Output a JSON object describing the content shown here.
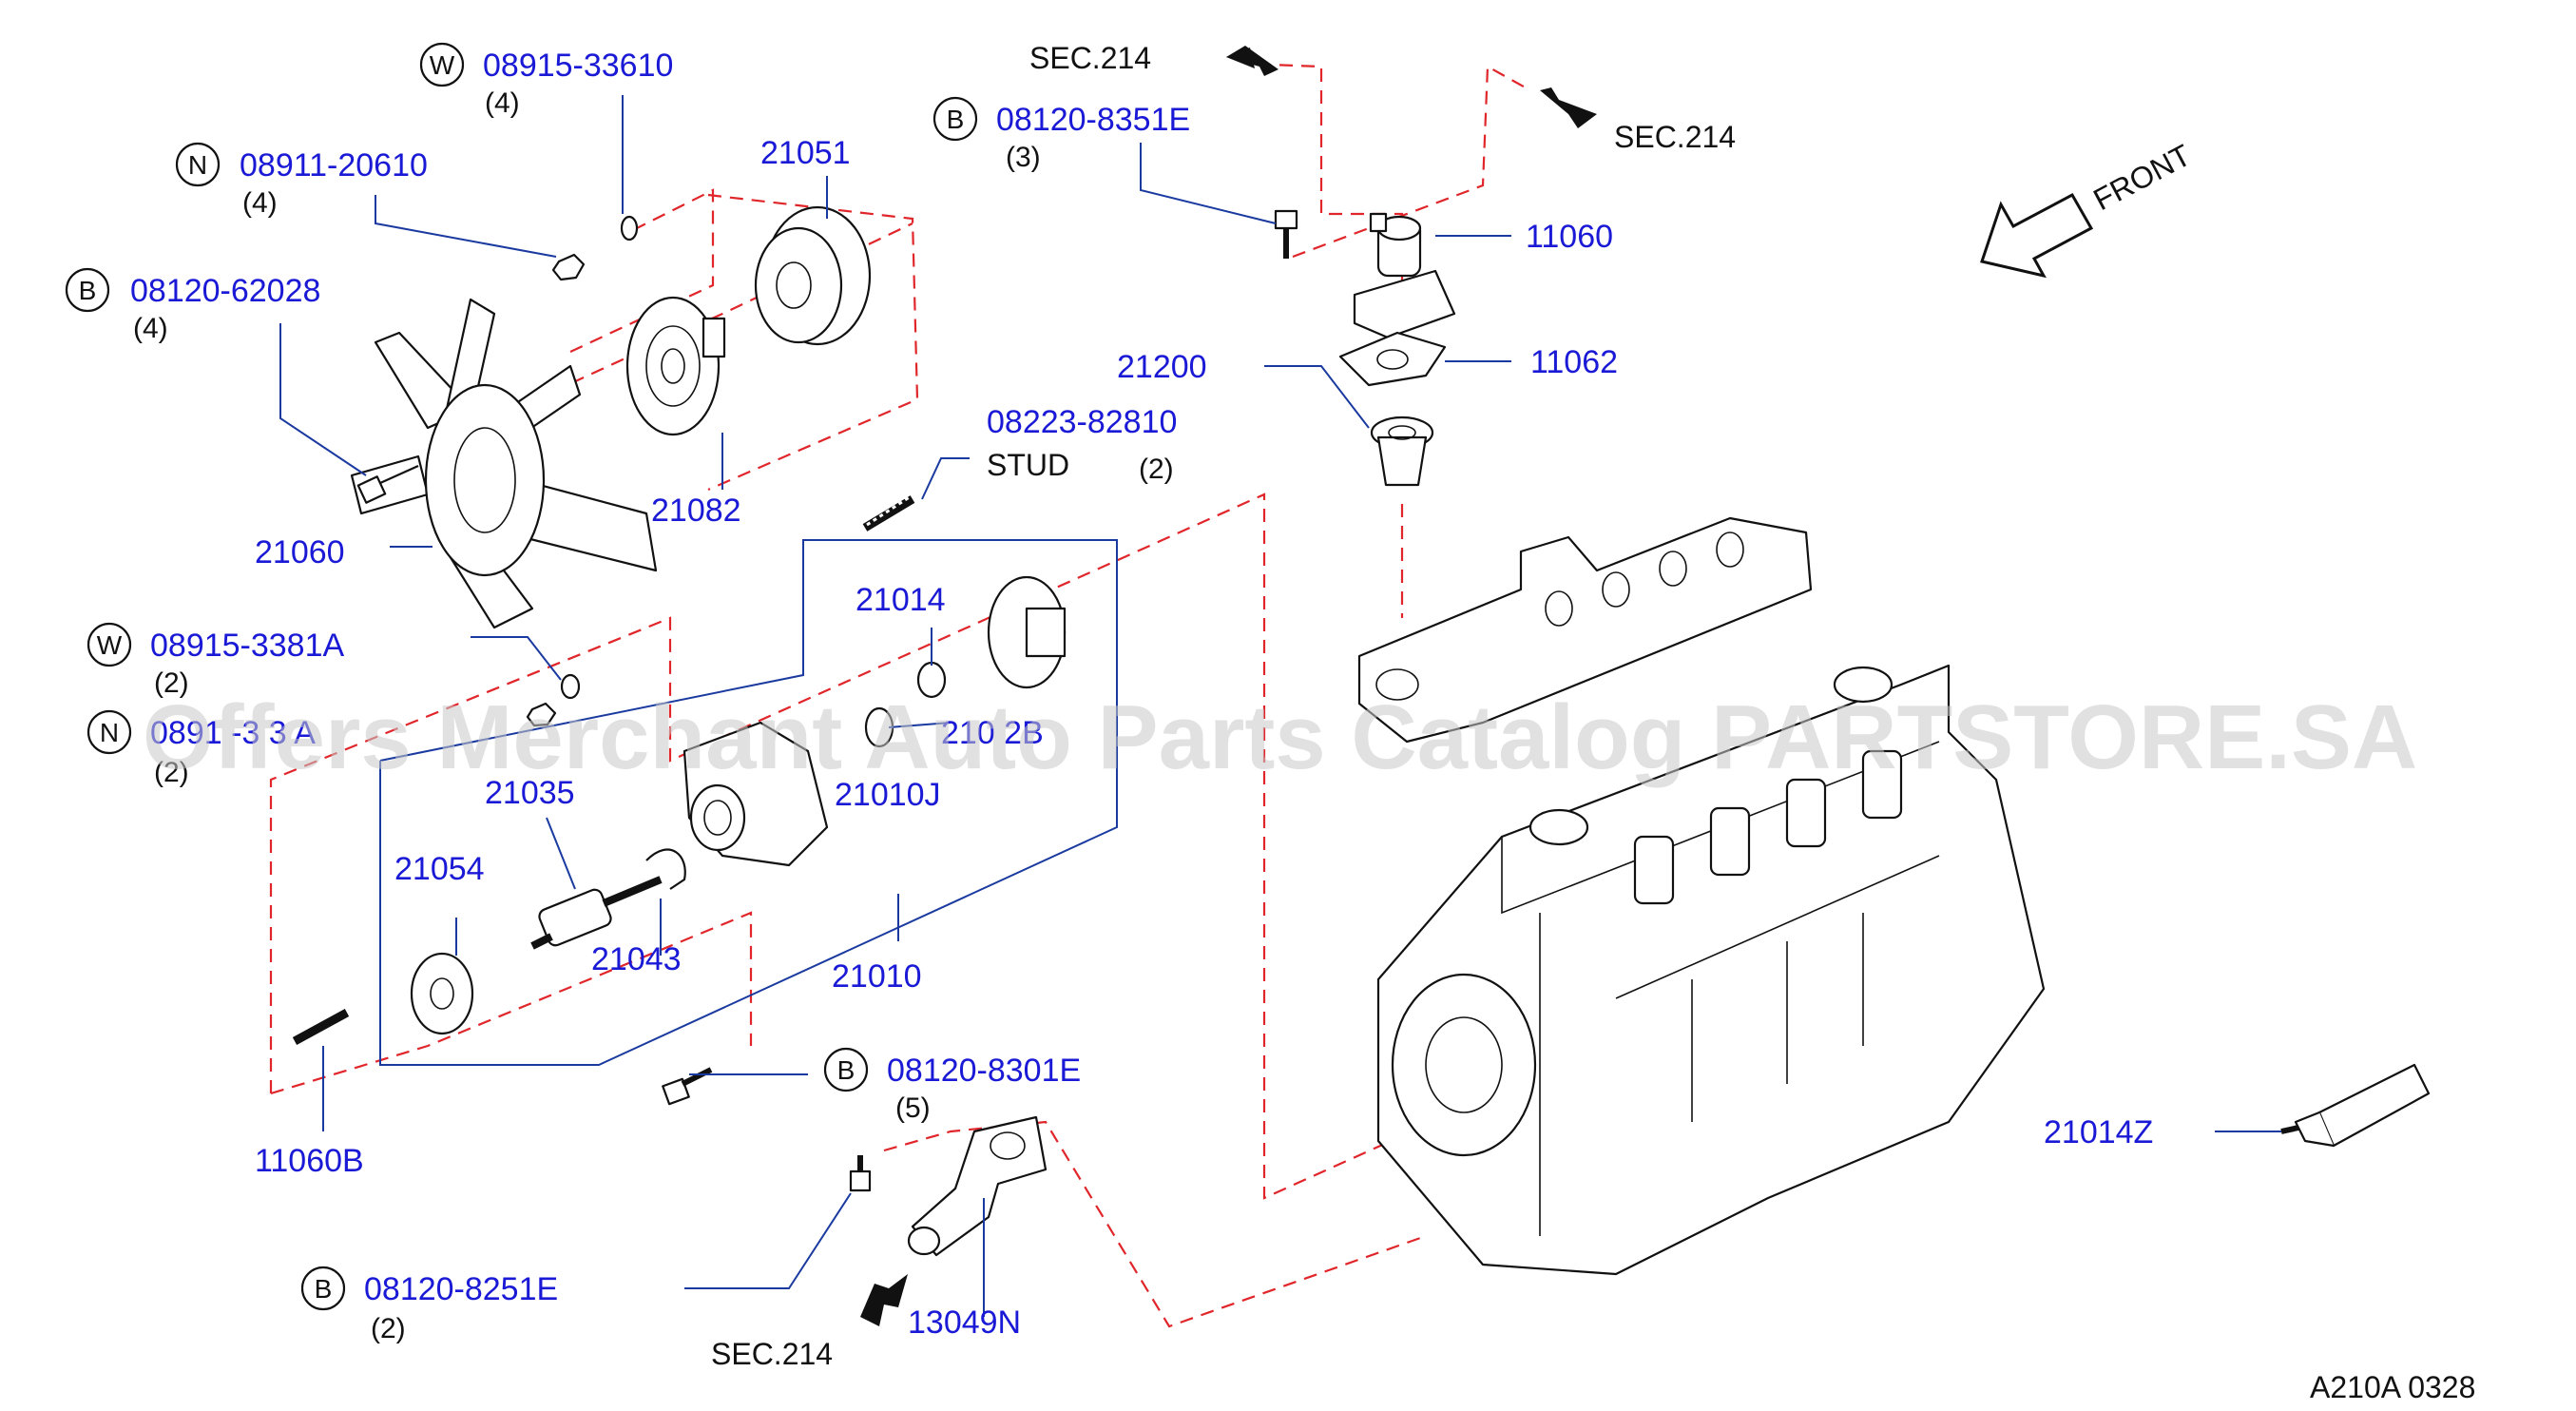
{
  "watermark": "Offers Merchant Auto Parts Catalog PARTSTORE.SA",
  "diagram_code": "A210A  0328",
  "front_label": "FRONT",
  "sec_refs": [
    "SEC.214",
    "SEC.214",
    "SEC.214"
  ],
  "stud_label": "STUD",
  "callouts": {
    "c1": {
      "badge": "W",
      "pn": "08915-33610",
      "qty": "(4)"
    },
    "c2": {
      "badge": "N",
      "pn": "08911-20610",
      "qty": "(4)"
    },
    "c3": {
      "badge": "B",
      "pn": "08120-62028",
      "qty": "(4)"
    },
    "c4": {
      "pn": "21051"
    },
    "c5": {
      "pn": "21082"
    },
    "c6": {
      "pn": "21060"
    },
    "c7": {
      "badge": "B",
      "pn": "08120-8351E",
      "qty": "(3)"
    },
    "c8": {
      "pn": "11060"
    },
    "c9": {
      "pn": "11062"
    },
    "c10": {
      "pn": "21200"
    },
    "c11": {
      "pn": "08223-82810",
      "qty": "(2)"
    },
    "c12": {
      "badge": "W",
      "pn": "08915-3381A",
      "qty": "(2)"
    },
    "c13": {
      "badge": "N",
      "pn": "0891 -3 3 A",
      "qty": "(2)"
    },
    "c14": {
      "pn": "21014"
    },
    "c15": {
      "pn": "210 2B"
    },
    "c16": {
      "pn": "21010J"
    },
    "c17": {
      "pn": "21035"
    },
    "c18": {
      "pn": "21054"
    },
    "c19": {
      "pn": "21043"
    },
    "c20": {
      "pn": "21010"
    },
    "c21": {
      "pn": "11060B"
    },
    "c22": {
      "badge": "B",
      "pn": "08120-8301E",
      "qty": "(5)"
    },
    "c23": {
      "badge": "B",
      "pn": "08120-8251E",
      "qty": "(2)"
    },
    "c24": {
      "pn": "13049N"
    },
    "c25": {
      "pn": "21014Z"
    }
  }
}
